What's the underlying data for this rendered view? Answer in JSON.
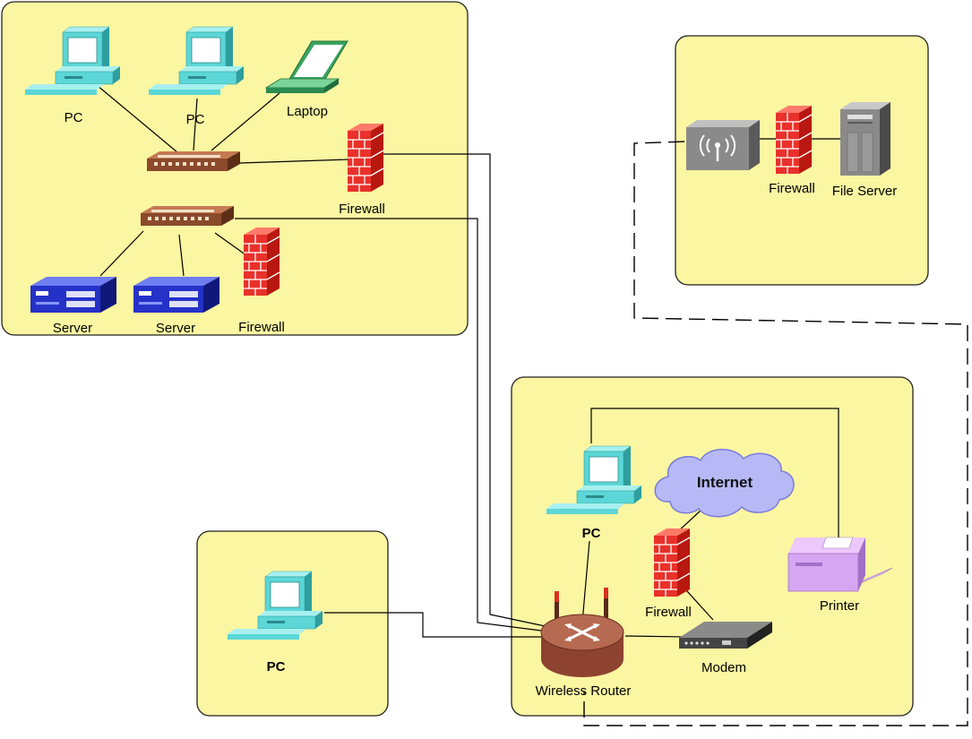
{
  "labels": {
    "pc": "PC",
    "laptop": "Laptop",
    "firewall": "Firewall",
    "server": "Server",
    "file_server": "File Server",
    "internet": "Internet",
    "printer": "Printer",
    "modem": "Modem",
    "wireless_router": "Wireless Router"
  },
  "colors": {
    "zone_fill": "#fbf6a2",
    "monitor": "#5cd6d6",
    "screen": "#ffffff",
    "hub": "#8b4a2b",
    "firewall": "#e8312a",
    "server": "#2432c8",
    "laptop": "#3aa560",
    "file_server": "#8a8a8a",
    "router": "#a7573e",
    "cloud": "#b7b9f6",
    "printer": "#d7a6f2",
    "modem": "#444444"
  },
  "icons": [
    "pc-icon",
    "laptop-icon",
    "hub-icon",
    "firewall-icon",
    "server-icon",
    "access-point-icon",
    "file-server-icon",
    "cloud-icon",
    "printer-icon",
    "modem-icon",
    "wireless-router-icon"
  ]
}
